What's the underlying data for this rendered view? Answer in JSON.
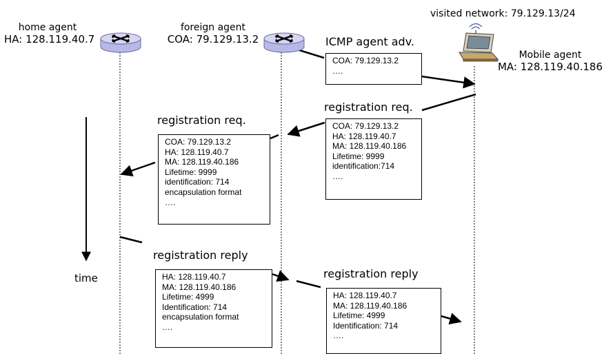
{
  "home_agent": {
    "title": "home agent",
    "address": "HA: 128.119.40.7"
  },
  "foreign_agent": {
    "title": "foreign agent",
    "address": "COA: 79.129.13.2"
  },
  "visited_network": "visited network: 79.129.13/24",
  "mobile_agent": {
    "title": "Mobile agent",
    "address": "MA: 128.119.40.186"
  },
  "time_label": "time",
  "messages": {
    "icmp_adv": {
      "label": "ICMP agent adv.",
      "lines": [
        "COA: 79.129.13.2",
        "…."
      ]
    },
    "reg_req_mobile": {
      "label": "registration req.",
      "lines": [
        "COA: 79.129.13.2",
        "HA: 128.119.40.7",
        "MA: 128.119.40.186",
        "Lifetime: 9999",
        "identification:714",
        "…."
      ]
    },
    "reg_req_foreign": {
      "label": "registration req.",
      "lines": [
        "COA: 79.129.13.2",
        "HA: 128.119.40.7",
        "MA: 128.119.40.186",
        "Lifetime: 9999",
        "identification: 714",
        "encapsulation format",
        "…."
      ]
    },
    "reg_reply_home": {
      "label": "registration reply",
      "lines": [
        "HA: 128.119.40.7",
        "MA: 128.119.40.186",
        "Lifetime: 4999",
        "Identification: 714",
        "encapsulation format",
        "…."
      ]
    },
    "reg_reply_foreign": {
      "label": "registration reply",
      "lines": [
        "HA: 128.119.40.7",
        "MA: 128.119.40.186",
        "Lifetime: 4999",
        "Identification: 714",
        "…."
      ]
    }
  },
  "colors": {
    "router_fill": "#b7b7e8",
    "router_top": "#d6d6f4",
    "router_stroke": "#6a6a9a",
    "laptop_screen": "#7a8c9a",
    "laptop_body": "#c8a76a"
  }
}
